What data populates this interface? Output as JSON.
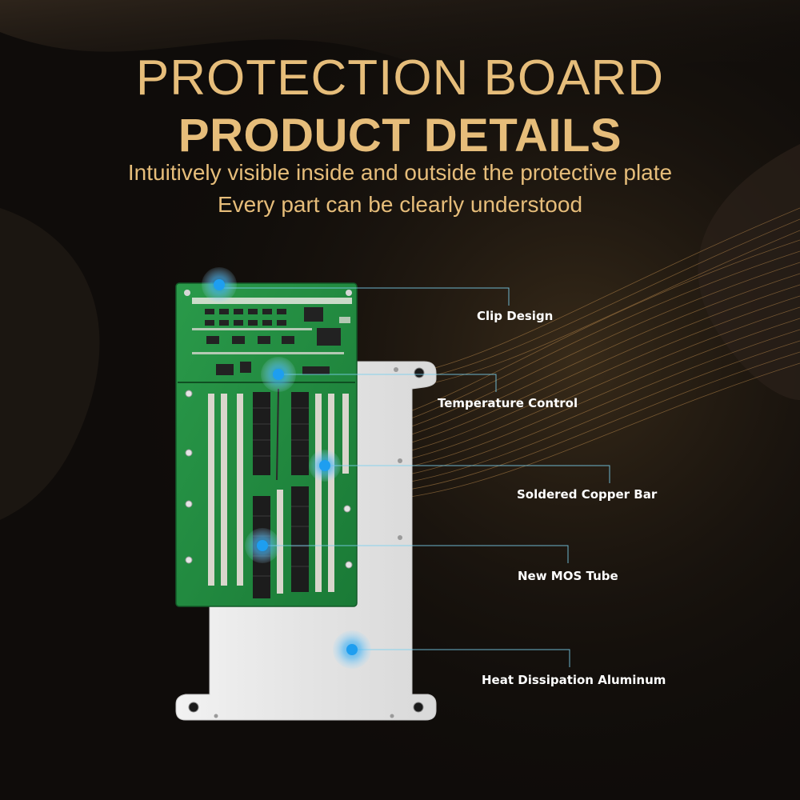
{
  "header": {
    "title_line1": "PROTECTION BOARD",
    "title_line2": "PRODUCT DETAILS",
    "subtitle_line1": "Intuitively visible inside and outside the protective plate",
    "subtitle_line2": "Every part can be clearly understood"
  },
  "callouts": [
    {
      "label": "Clip Design"
    },
    {
      "label": "Temperature Control"
    },
    {
      "label": "Soldered Copper Bar"
    },
    {
      "label": "New MOS Tube"
    },
    {
      "label": "Heat Dissipation Aluminum"
    }
  ],
  "colors": {
    "title": "#e6bd7a",
    "label": "#ffffff",
    "leader_line": "#7ad0ee",
    "hotspot": "#1e9ef0",
    "pcb_green": "#1f8a3e",
    "aluminum": "#e9e9e9"
  },
  "icons": [
    "hotspot-marker-icon"
  ]
}
